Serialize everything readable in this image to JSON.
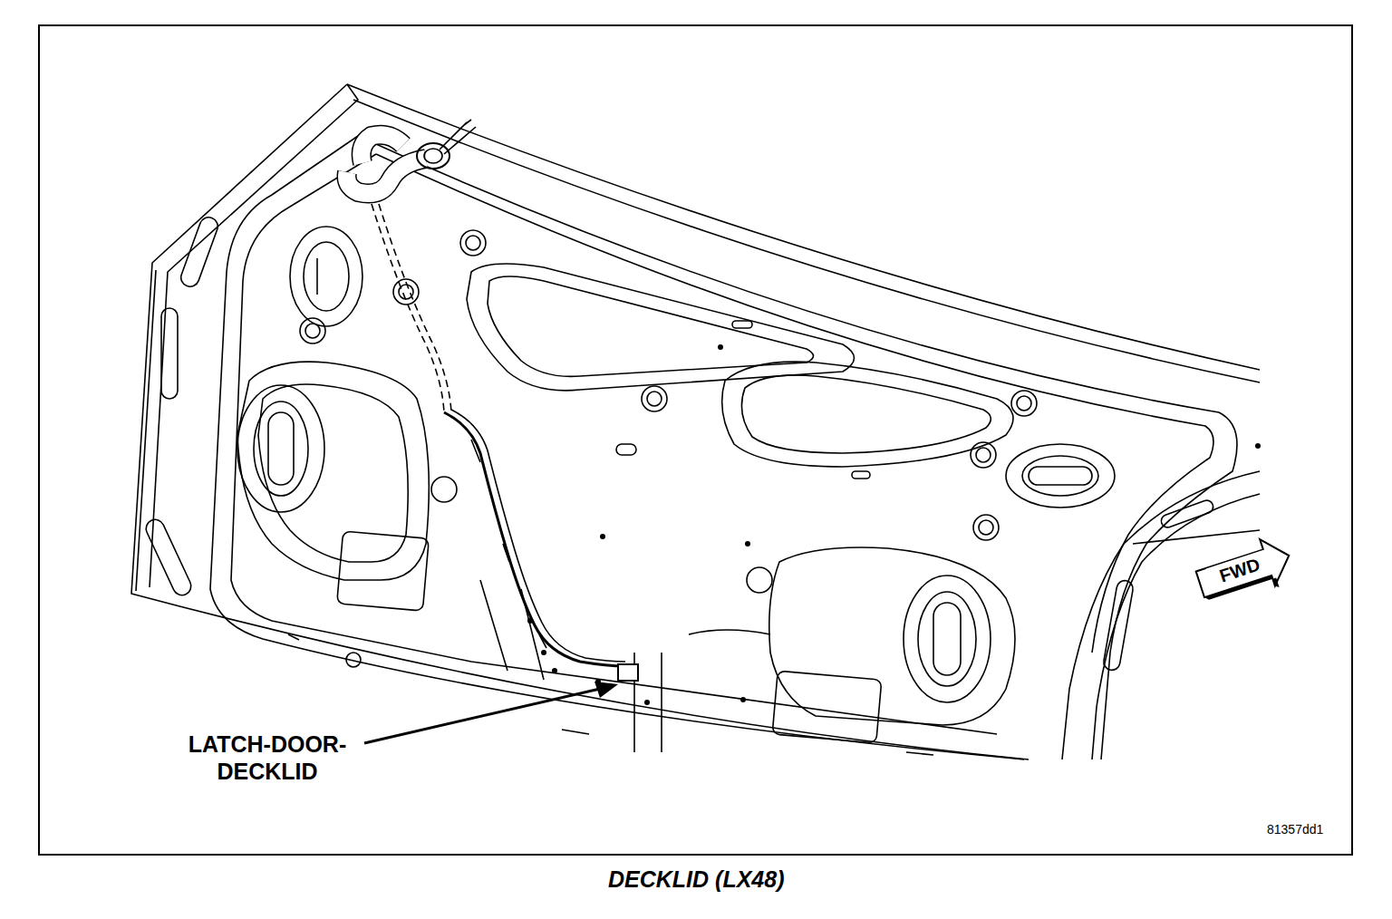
{
  "diagram": {
    "caption": "DECKLID (LX48)",
    "labels": [
      "LATCH-DOOR- DECKLID",
      "FWD",
      "81357dd1"
    ]
  }
}
